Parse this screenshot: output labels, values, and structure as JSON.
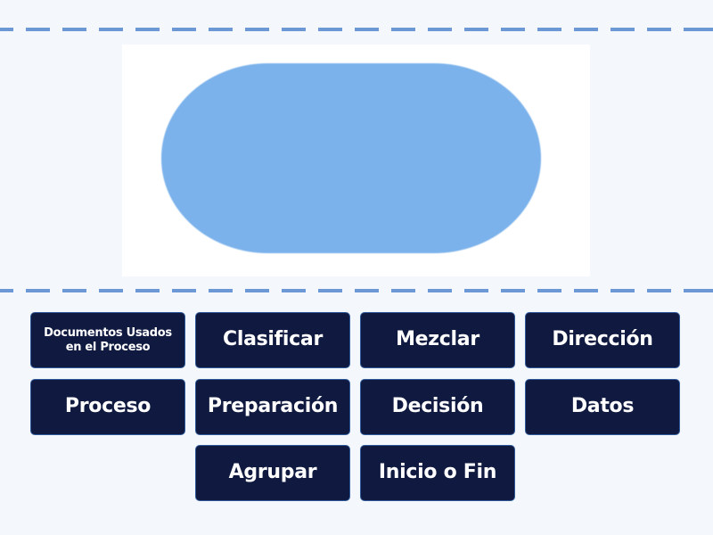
{
  "prompt_image": {
    "shape": "terminal-pill",
    "shape_color": "#7BB2EB",
    "background_color": "#FFFFFF"
  },
  "colors": {
    "page_background": "#F4F7FC",
    "dash_color": "#6C98D6",
    "button_background": "#101A40",
    "button_border": "#2F5A9A",
    "button_text": "#FFFFFF"
  },
  "options": [
    {
      "label": "Documentos Usados en el Proceso"
    },
    {
      "label": "Clasificar"
    },
    {
      "label": "Mezclar"
    },
    {
      "label": "Dirección"
    },
    {
      "label": "Proceso"
    },
    {
      "label": "Preparación"
    },
    {
      "label": "Decisión"
    },
    {
      "label": "Datos"
    },
    {
      "label": "Agrupar"
    },
    {
      "label": "Inicio o Fin"
    }
  ]
}
